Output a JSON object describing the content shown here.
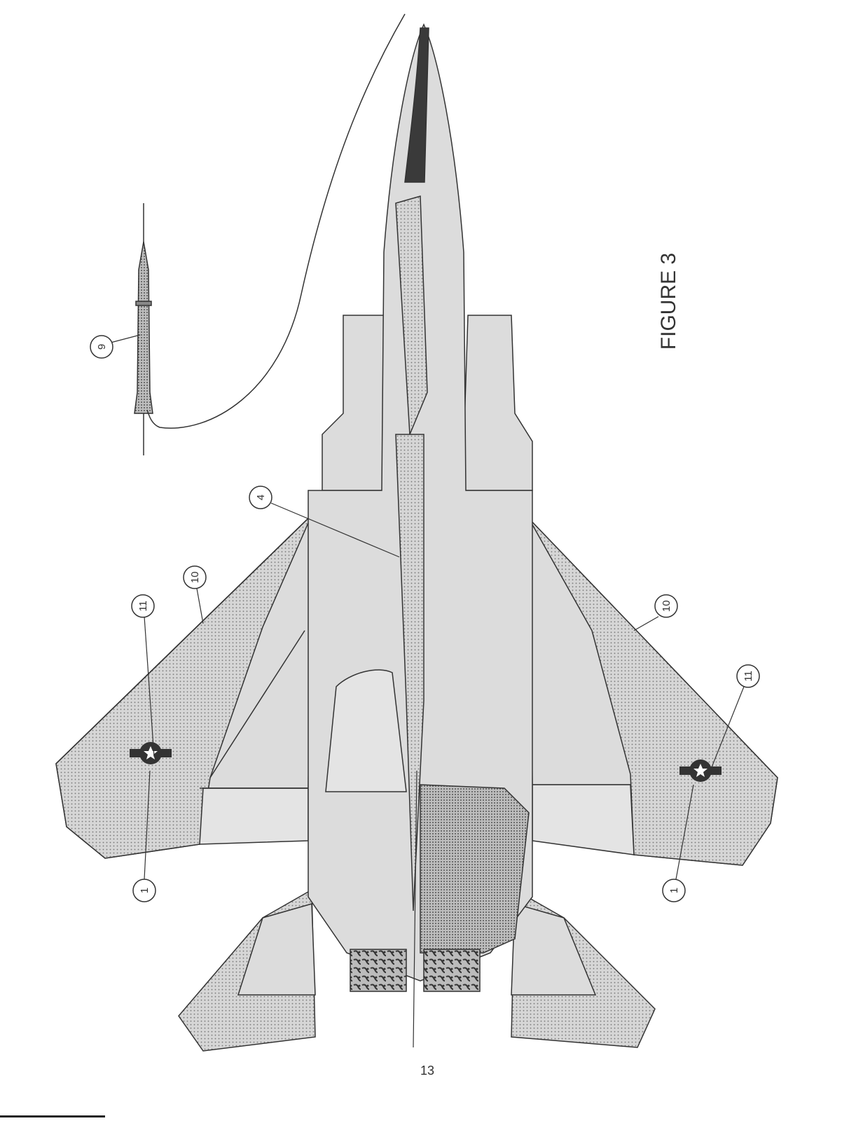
{
  "figure": {
    "caption": "FIGURE 3",
    "page_number": "13"
  },
  "callouts": [
    {
      "id": "callout-9",
      "label": "9"
    },
    {
      "id": "callout-4",
      "label": "4"
    },
    {
      "id": "callout-10-left",
      "label": "10"
    },
    {
      "id": "callout-11-left",
      "label": "11"
    },
    {
      "id": "callout-1-left",
      "label": "1"
    },
    {
      "id": "callout-10-right",
      "label": "10"
    },
    {
      "id": "callout-11-right",
      "label": "11"
    },
    {
      "id": "callout-1-right",
      "label": "1"
    }
  ],
  "colors": {
    "ink": "#333333",
    "panel": "#dcdcdc",
    "panel_light": "#e6e6e6",
    "dark": "#444444"
  }
}
